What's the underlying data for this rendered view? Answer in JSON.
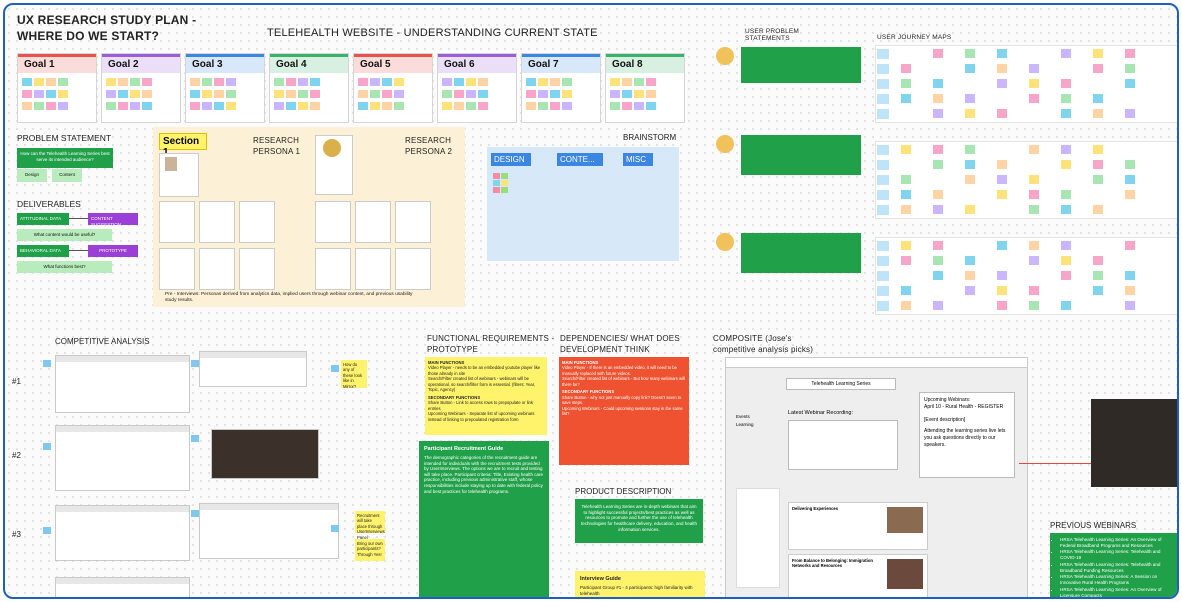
{
  "board": {
    "main_title": [
      "UX RESEARCH STUDY PLAN -",
      "WHERE DO WE START?"
    ],
    "subtitle": "TELEHEALTH WEBSITE - UNDERSTANDING CURRENT STATE"
  },
  "goals": [
    "Goal 1",
    "Goal 2",
    "Goal 3",
    "Goal 4",
    "Goal 5",
    "Goal 6",
    "Goal 7",
    "Goal 8"
  ],
  "goal_colors": [
    "#e8534a",
    "#9a5ed9",
    "#3a86e0",
    "#39b36b",
    "#e8534a",
    "#9a5ed9",
    "#3a86e0",
    "#39b36b"
  ],
  "problem": {
    "heading": "PROBLEM STATEMENT",
    "question": "How can the Telehealth Learning Series best serve its intended audience?",
    "btn_design": "Design",
    "btn_content": "Content"
  },
  "deliverables": {
    "heading": "DELIVERABLES",
    "attitudinal": "ATTITUDINAL DATA",
    "content_suggestion": "CONTENT SUGGESTION",
    "q1": "What content would be useful?",
    "behavioral": "BEHAVIORAL DATA",
    "prototype": "PROTOTYPE",
    "q2": "What functions best?"
  },
  "persona": {
    "section": "Section 1",
    "persona1": "RESEARCH PERSONA 1",
    "persona2": "RESEARCH PERSONA 2",
    "footnote": "Pre - Interviews: Personas derived from analytics data, implied users through webinar content, and previous usability study results."
  },
  "brainstorm": {
    "heading": "BRAINSTORM",
    "cols": [
      "DESIGN",
      "CONTE...",
      "MISC"
    ]
  },
  "user_problem": {
    "heading": "USER PROBLEM STATEMENTS"
  },
  "journey": {
    "heading": "USER JOURNEY MAPS"
  },
  "competitive": {
    "heading": "COMPETITIVE ANALYSIS",
    "rows": [
      "#1",
      "#2",
      "#3"
    ],
    "note1": "How do any of these look like in Mirror?",
    "note2": "Recruitment will take place through UserInterviews Panel",
    "note3": "Bring our own participants? Through Yes!"
  },
  "functional": {
    "heading": "FUNCTIONAL REQUIREMENTS - PROTOTYPE",
    "main": "MAIN FUNCTIONS",
    "f1": "Video Player - needs to be an embedded youtube player like those already in site",
    "f2": "Search/Filter created list of webinars - webinars will be operational, so search/filter form is essential. (filters: Year, Topic, Agency)",
    "secondary": "SECONDARY FUNCTIONS",
    "f3": "Share Button - Link to access rows to prepopulate or link entries",
    "f4": "Upcoming Webinars - Separate list of upcoming webinars instead of linking to prepoulated registration form"
  },
  "recruit": {
    "title": "Participant Recruitment Guide",
    "body": "The demographic categories of the recruitment guide are intended for individuals with the recruitment tests provided by UserInterviews. The options we are to recruit and testing will take place. Participant criteria: Title, Existing health care practice, including previous administrative staff, whose responsibilities include staying up to date with federal policy and best practices for telehealth programs."
  },
  "dependencies": {
    "heading": "DEPENDENCIES/ WHAT DOES DEVELOPMENT THINK",
    "main": "MAIN FUNCTIONS",
    "d1": "Video Player - If there is an embedded video, it will need to be manually replaced with future videos.",
    "d2": "Search/Filter created list of webinars - But how many webinars will there be?",
    "secondary": "SECONDARY FUNCTIONS",
    "d3": "Share Button - why not just manually copy link? Doesn't seem to save steps.",
    "d4": "Upcoming Webinars - Could upcoming sessions stay in the same list?"
  },
  "product": {
    "heading": "PRODUCT DESCRIPTION",
    "body": "Telehealth Learning Series are in-depth webinars that aim to highlight successful projects/best practices as well as resources to promote and further the use of telehealth technologies for healthcare delivery, education, and health information services."
  },
  "interview": {
    "title": "Interview Guide",
    "body": "Participant Group #1 - 4 participants: high familiarity with telehealth"
  },
  "composite": {
    "heading": "COMPOSITE (Jose's competitive analysis picks)",
    "site_header": "Telehealth Learning Series",
    "latest": "Latest Webinar Recording:",
    "events": "Events",
    "learning": "Learning",
    "upcoming_title": "Upcoming Webinars:",
    "upcoming_item": "April 10 - Rural Health - REGISTER",
    "event_desc": "[Event description]",
    "attend_note": "Attending the learning series live lets you ask questions directly to our speakers.",
    "past1": "Delivering Experiences",
    "past2": "From Balance to Belonging: Immigration Networks and Resources"
  },
  "previous": {
    "heading": "PREVIOUS WEBINARS",
    "items": [
      "HRSA Telehealth Learning Series: An Overview of Federal Broadband Programs and Resources",
      "HRSA Telehealth Learning Series: Telehealth and COVID-19",
      "HRSA Telehealth Learning Series: Telehealth and Broadband Funding Resources",
      "HRSA Telehealth Learning Series: A Session on Innovative Rural Health Programs",
      "HRSA Telehealth Learning Series: An Overview of Licensure Compacts"
    ]
  }
}
